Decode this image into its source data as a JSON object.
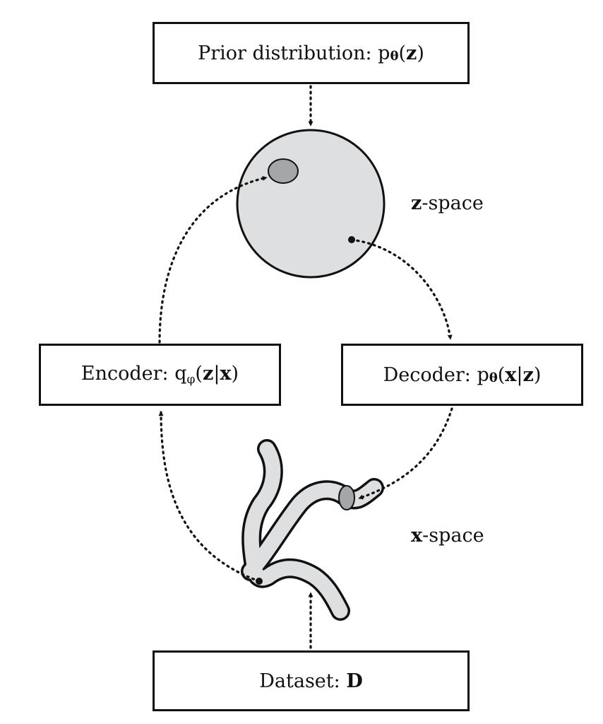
{
  "boxes": {
    "prior": {
      "prefix": "Prior distribution: p",
      "param": "θ",
      "open": "(",
      "var": "z",
      "close": ")"
    },
    "encoder": {
      "prefix": "Encoder: q",
      "param": "φ",
      "open": "(",
      "var1": "z",
      "sep": "|",
      "var2": "x",
      "close": ")"
    },
    "decoder": {
      "prefix": "Decoder: p",
      "param": "θ",
      "open": "(",
      "var1": "x",
      "sep": "|",
      "var2": "z",
      "close": ")"
    },
    "dataset": {
      "prefix": "Dataset: ",
      "var": "D"
    }
  },
  "spaces": {
    "z": {
      "symbol": "z",
      "suffix": "-space"
    },
    "x": {
      "symbol": "x",
      "suffix": "-space"
    }
  },
  "colors": {
    "stroke": "#111111",
    "region_fill": "#dedfe1",
    "highlight_fill": "#a5a6a8",
    "background": "#ffffff"
  }
}
